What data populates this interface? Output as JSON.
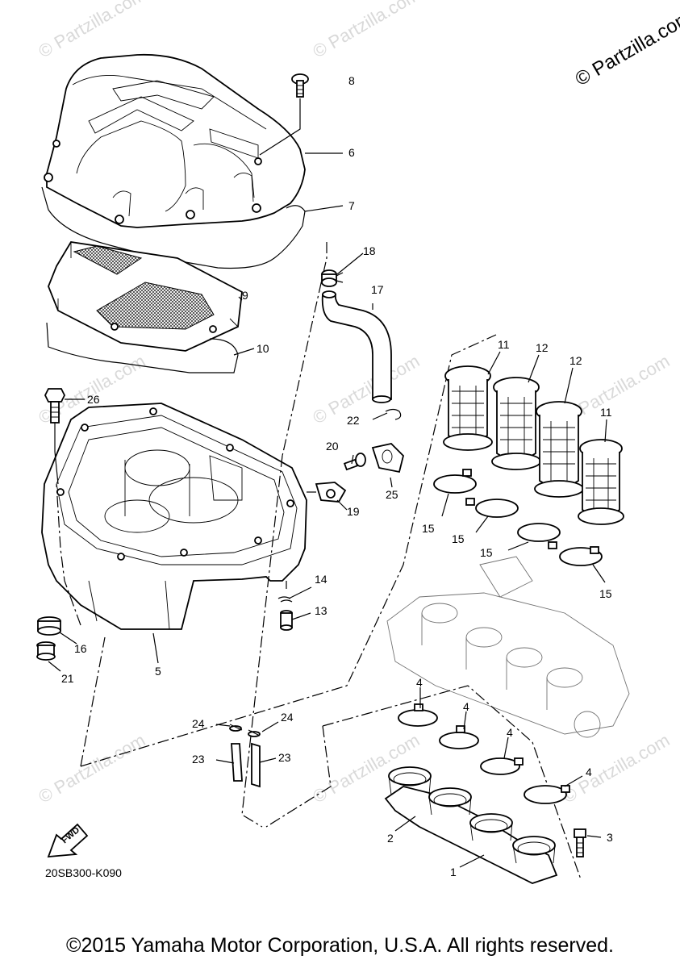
{
  "diagram": {
    "brand_watermark": "© Partzilla.com",
    "diagram_code": "20SB300-K090",
    "fwd_label": "FWD",
    "footer_copyright": "©2015 Yamaha Motor Corporation, U.S.A. All rights reserved.",
    "callouts": [
      "1",
      "2",
      "3",
      "4",
      "4",
      "4",
      "4",
      "5",
      "6",
      "7",
      "8",
      "9",
      "10",
      "11",
      "11",
      "12",
      "12",
      "13",
      "14",
      "15",
      "15",
      "15",
      "15",
      "16",
      "17",
      "18",
      "19",
      "20",
      "21",
      "22",
      "23",
      "23",
      "24",
      "24",
      "25",
      "26"
    ]
  },
  "icons": {
    "fwd_arrow": "fwd-arrow-icon"
  }
}
